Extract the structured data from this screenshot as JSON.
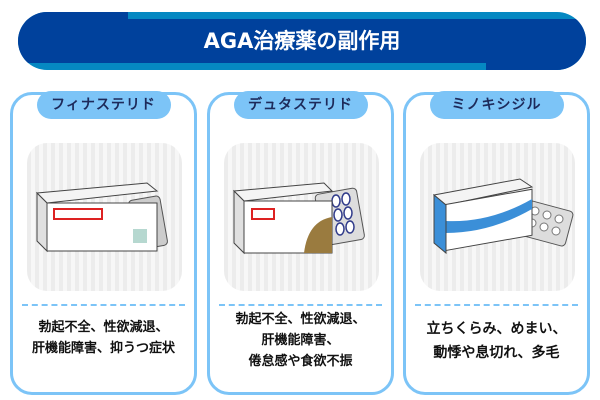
{
  "title": "AGA治療薬の副作用",
  "colors": {
    "banner": "#00419c",
    "accent": "#0588c2",
    "card_border": "#7cc4f7"
  },
  "cards": [
    {
      "name": "フィナステリド",
      "lines": [
        "勃起不全、性欲減退、",
        "肝機能障害、抑うつ症状"
      ]
    },
    {
      "name": "デュタステリド",
      "lines": [
        "勃起不全、性欲減退、",
        "肝機能障害、",
        "倦怠感や食欲不振"
      ]
    },
    {
      "name": "ミノキシジル",
      "lines": [
        "立ちくらみ、めまい、",
        "動悸や息切れ、多毛"
      ]
    }
  ]
}
